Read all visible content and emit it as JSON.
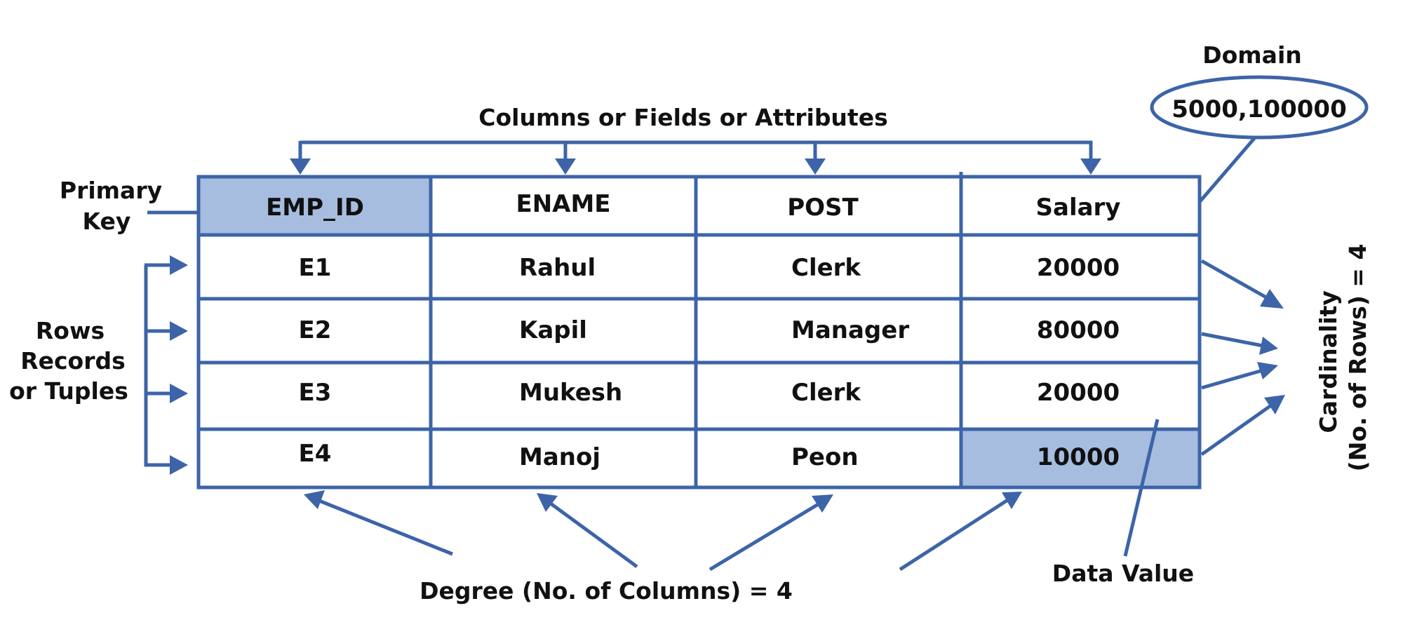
{
  "labels": {
    "domain_title": "Domain",
    "domain_value": "5000,100000",
    "columns_caption": "Columns or Fields or Attributes",
    "primary_key_line1": "Primary",
    "primary_key_line2": "Key",
    "rows_line1": "Rows",
    "rows_line2": "Records",
    "rows_line3": "or Tuples",
    "cardinality_line1": "Cardinality",
    "cardinality_line2": "(No. of Rows) = 4",
    "degree": "Degree (No. of Columns) = 4",
    "data_value": "Data Value"
  },
  "table": {
    "headers": [
      "EMP_ID",
      "ENAME",
      "POST",
      "Salary"
    ],
    "rows": [
      [
        "E1",
        "Rahul",
        "Clerk",
        "20000"
      ],
      [
        "E2",
        "Kapil",
        "Manager",
        "80000"
      ],
      [
        "E3",
        "Mukesh",
        "Clerk",
        "20000"
      ],
      [
        "E4",
        "Manoj",
        "Peon",
        "10000"
      ]
    ]
  },
  "colors": {
    "line": "#3d64a8",
    "highlight": "#a6bde0"
  }
}
